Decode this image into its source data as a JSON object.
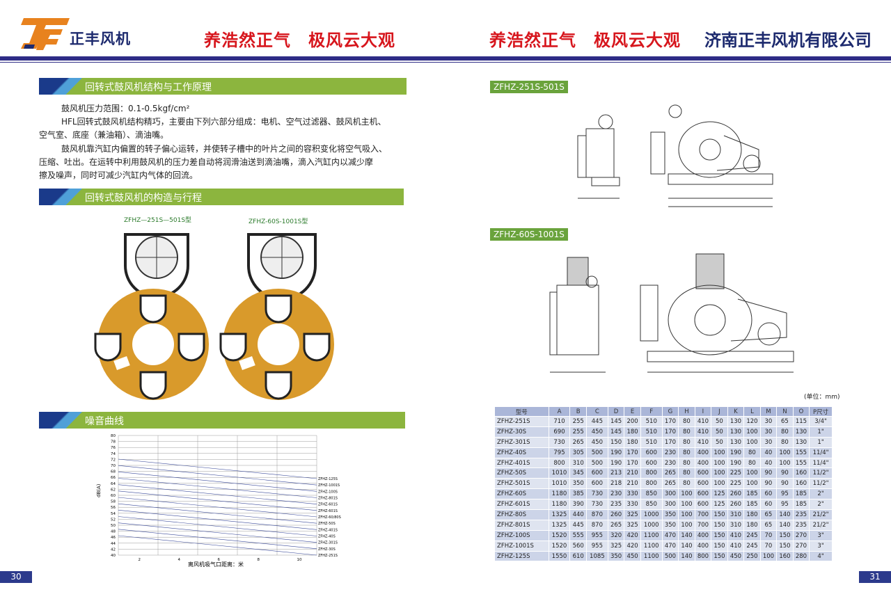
{
  "header": {
    "brand": "正丰风机",
    "slogan_left": "养浩然正气　极风云大观",
    "slogan_right": "养浩然正气　极风云大观",
    "company": "济南正丰风机有限公司"
  },
  "left": {
    "section1_title": "回转式鼓风机结构与工作原理",
    "para1": "鼓风机压力范围：0.1-0.5kgf/cm²",
    "para2": "HFL回转式鼓风机结构精巧，主要由下列六部分组成：电机、空气过滤器、鼓风机主机、",
    "para2b": "空气室、底座（兼油箱）、滴油嘴。",
    "para3": "鼓风机靠汽缸内偏置的转子偏心运转，并使转子槽中的叶片之间的容积变化将空气吸入、",
    "para3b": "压缩、吐出。在运转中利用鼓风机的压力差自动将润滑油送到滴油嘴，滴入汽缸内以减少摩",
    "para3c": "擦及噪声，同时可减少汽缸内气体的回流。",
    "section2_title": "回转式鼓风机的构造与行程",
    "model_a": "ZFHZ—251S—501S型",
    "model_b": "ZFHZ-60S-1001S型",
    "section3_title": "噪音曲线",
    "page_num": "30"
  },
  "noise_chart": {
    "type": "line",
    "ylabel": "dB(A)",
    "xlabel": "离风机吸气口距离：米",
    "y_ticks": [
      "80",
      "78",
      "76",
      "74",
      "72",
      "70",
      "68",
      "66",
      "64",
      "62",
      "60",
      "58",
      "56",
      "54",
      "52",
      "50",
      "48",
      "46",
      "44",
      "42",
      "40"
    ],
    "x_ticks": [
      "2",
      "4",
      "6",
      "8",
      "10"
    ],
    "series_labels": [
      "ZFHZ-125S",
      "ZFHZ-1001S",
      "ZFHZ-100S",
      "ZFHZ-801S",
      "ZFHZ-601S",
      "ZFHZ-601S",
      "ZFHZ-60/80S",
      "ZFHZ-50S",
      "ZFHZ-401S",
      "ZFHZ-40S",
      "ZFHZ-301S",
      "ZFHZ-30S",
      "ZFHZ-251S"
    ]
  },
  "right": {
    "tag_a": "ZFHZ-251S-501S",
    "tag_b": "ZFHZ-60S-1001S",
    "unit": "(单位：mm)",
    "page_num": "31",
    "table_headers": [
      "型号",
      "A",
      "B",
      "C",
      "D",
      "E",
      "F",
      "G",
      "H",
      "I",
      "J",
      "K",
      "L",
      "M",
      "N",
      "O",
      "P尺寸"
    ],
    "table_rows": [
      [
        "ZFHZ-251S",
        "710",
        "255",
        "445",
        "145",
        "200",
        "510",
        "170",
        "80",
        "410",
        "50",
        "130",
        "120",
        "30",
        "65",
        "115",
        "3/4\""
      ],
      [
        "ZFHZ-30S",
        "690",
        "255",
        "450",
        "145",
        "180",
        "510",
        "170",
        "80",
        "410",
        "50",
        "130",
        "100",
        "30",
        "80",
        "130",
        "1\""
      ],
      [
        "ZFHZ-301S",
        "730",
        "265",
        "450",
        "150",
        "180",
        "510",
        "170",
        "80",
        "410",
        "50",
        "130",
        "100",
        "30",
        "80",
        "130",
        "1\""
      ],
      [
        "ZFHZ-40S",
        "795",
        "305",
        "500",
        "190",
        "170",
        "600",
        "230",
        "80",
        "400",
        "100",
        "190",
        "80",
        "40",
        "100",
        "155",
        "11/4\""
      ],
      [
        "ZFHZ-401S",
        "800",
        "310",
        "500",
        "190",
        "170",
        "600",
        "230",
        "80",
        "400",
        "100",
        "190",
        "80",
        "40",
        "100",
        "155",
        "11/4\""
      ],
      [
        "ZFHZ-50S",
        "1010",
        "345",
        "600",
        "213",
        "210",
        "800",
        "265",
        "80",
        "600",
        "100",
        "225",
        "100",
        "90",
        "90",
        "160",
        "11/2\""
      ],
      [
        "ZFHZ-501S",
        "1010",
        "350",
        "600",
        "218",
        "210",
        "800",
        "265",
        "80",
        "600",
        "100",
        "225",
        "100",
        "90",
        "90",
        "160",
        "11/2\""
      ],
      [
        "ZFHZ-60S",
        "1180",
        "385",
        "730",
        "230",
        "330",
        "850",
        "300",
        "100",
        "600",
        "125",
        "260",
        "185",
        "60",
        "95",
        "185",
        "2\""
      ],
      [
        "ZFHZ-601S",
        "1180",
        "390",
        "730",
        "235",
        "330",
        "850",
        "300",
        "100",
        "600",
        "125",
        "260",
        "185",
        "60",
        "95",
        "185",
        "2\""
      ],
      [
        "ZFHZ-80S",
        "1325",
        "440",
        "870",
        "260",
        "325",
        "1000",
        "350",
        "100",
        "700",
        "150",
        "310",
        "180",
        "65",
        "140",
        "235",
        "21/2\""
      ],
      [
        "ZFHZ-801S",
        "1325",
        "445",
        "870",
        "265",
        "325",
        "1000",
        "350",
        "100",
        "700",
        "150",
        "310",
        "180",
        "65",
        "140",
        "235",
        "21/2\""
      ],
      [
        "ZFHZ-100S",
        "1520",
        "555",
        "955",
        "320",
        "420",
        "1100",
        "470",
        "140",
        "400",
        "150",
        "410",
        "245",
        "70",
        "150",
        "270",
        "3\""
      ],
      [
        "ZFHZ-1001S",
        "1520",
        "560",
        "955",
        "325",
        "420",
        "1100",
        "470",
        "140",
        "400",
        "150",
        "410",
        "245",
        "70",
        "150",
        "270",
        "3\""
      ],
      [
        "ZFHZ-125S",
        "1550",
        "610",
        "1085",
        "350",
        "450",
        "1100",
        "500",
        "140",
        "800",
        "150",
        "450",
        "250",
        "100",
        "160",
        "280",
        "4\""
      ]
    ]
  }
}
